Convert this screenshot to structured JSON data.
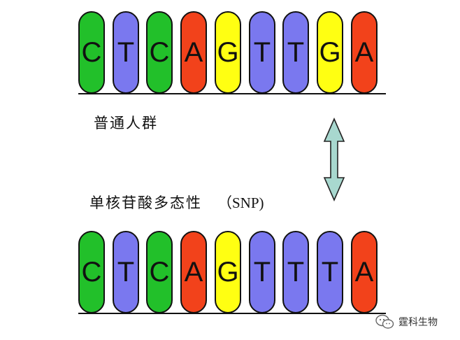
{
  "top_strand": {
    "bases": [
      "C",
      "T",
      "C",
      "A",
      "G",
      "T",
      "T",
      "G",
      "A"
    ]
  },
  "bottom_strand": {
    "bases": [
      "C",
      "T",
      "C",
      "A",
      "G",
      "T",
      "T",
      "T",
      "A"
    ]
  },
  "labels": {
    "population": "普通人群",
    "snp_full": "单核苷酸多态性",
    "snp_abbr": "（SNP)"
  },
  "watermark": {
    "text": "霆科生物",
    "icon": "wechat-icon"
  },
  "colors": {
    "C": "#22c02a",
    "T": "#7a78ef",
    "A": "#f2421b",
    "G": "#ffff12",
    "arrow_fill": "#a8d8cf"
  }
}
